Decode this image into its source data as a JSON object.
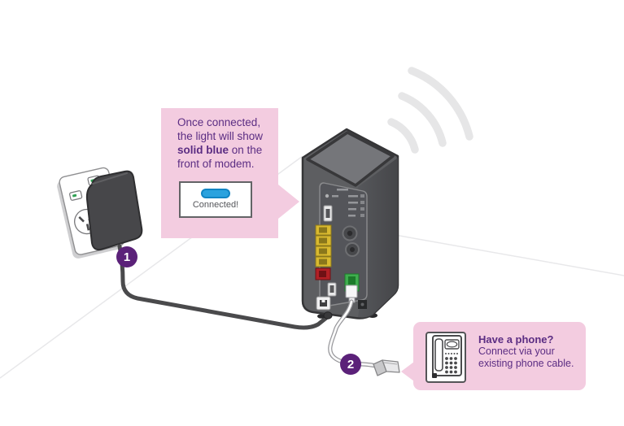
{
  "colors": {
    "pink": "#f3cce0",
    "text_purple": "#5b2d83",
    "step_badge_purple": "#5b2179",
    "connected_blue": "#2aa2de",
    "modem_gray": "#5d5e61",
    "port_yellow": "#d9b92f",
    "port_red": "#b22025",
    "port_green": "#3fae4e"
  },
  "speech_bubble": {
    "lines": [
      {
        "pre": "Once connected,",
        "bold": "",
        "post": ""
      },
      {
        "pre": "the light will show",
        "bold": "",
        "post": ""
      },
      {
        "pre": "",
        "bold": "solid blue",
        "post": " on the"
      },
      {
        "pre": "front of modem.",
        "bold": "",
        "post": ""
      }
    ],
    "indicator_label": "Connected!"
  },
  "steps": [
    {
      "number": "1"
    },
    {
      "number": "2"
    }
  ],
  "phone_callout": {
    "title": "Have a phone?",
    "line1": "Connect via your",
    "line2": "existing phone cable."
  },
  "icons": {
    "wifi": "wifi-waves-icon",
    "landline_phone": "landline-phone-icon",
    "power_outlet": "power-outlet-icon"
  }
}
